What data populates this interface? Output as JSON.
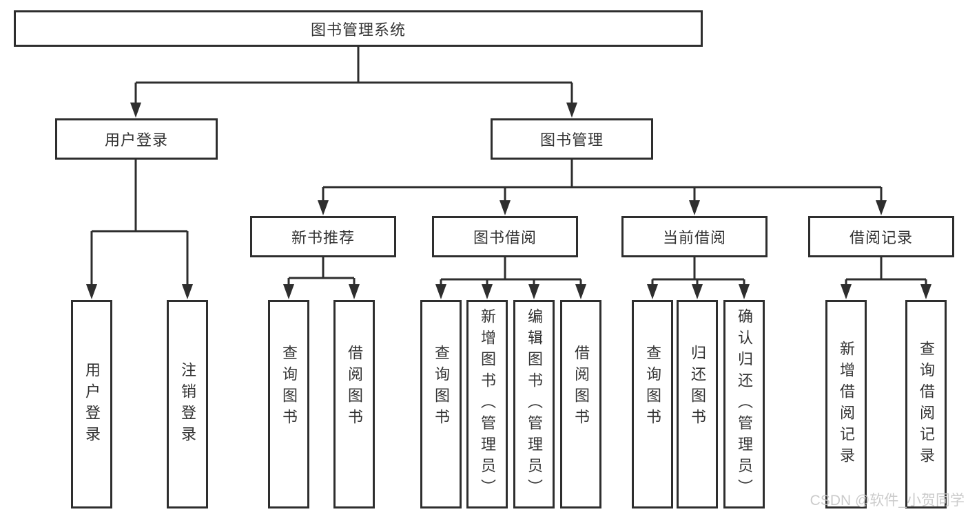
{
  "tree": {
    "root": {
      "label": "图书管理系统"
    },
    "branches": [
      {
        "label": "用户登录",
        "children": [
          {
            "label": "用户登录"
          },
          {
            "label": "注销登录"
          }
        ]
      },
      {
        "label": "图书管理",
        "children": [
          {
            "label": "新书推荐",
            "children": [
              {
                "label": "查询图书"
              },
              {
                "label": "借阅图书"
              }
            ]
          },
          {
            "label": "图书借阅",
            "children": [
              {
                "label": "查询图书"
              },
              {
                "label": "新增图书（管理员）"
              },
              {
                "label": "编辑图书（管理员）"
              },
              {
                "label": "借阅图书"
              }
            ]
          },
          {
            "label": "当前借阅",
            "children": [
              {
                "label": "查询图书"
              },
              {
                "label": "归还图书"
              },
              {
                "label": "确认归还（管理员）"
              }
            ]
          },
          {
            "label": "借阅记录",
            "children": [
              {
                "label": "新增借阅记录"
              },
              {
                "label": "查询借阅记录"
              }
            ]
          }
        ]
      }
    ]
  },
  "watermark": {
    "text": "CSDN @软件_小贺同学"
  },
  "colors": {
    "line": "#2e2e2e",
    "text": "#333333",
    "watermark": "#c6c6c6",
    "background": "#ffffff"
  }
}
